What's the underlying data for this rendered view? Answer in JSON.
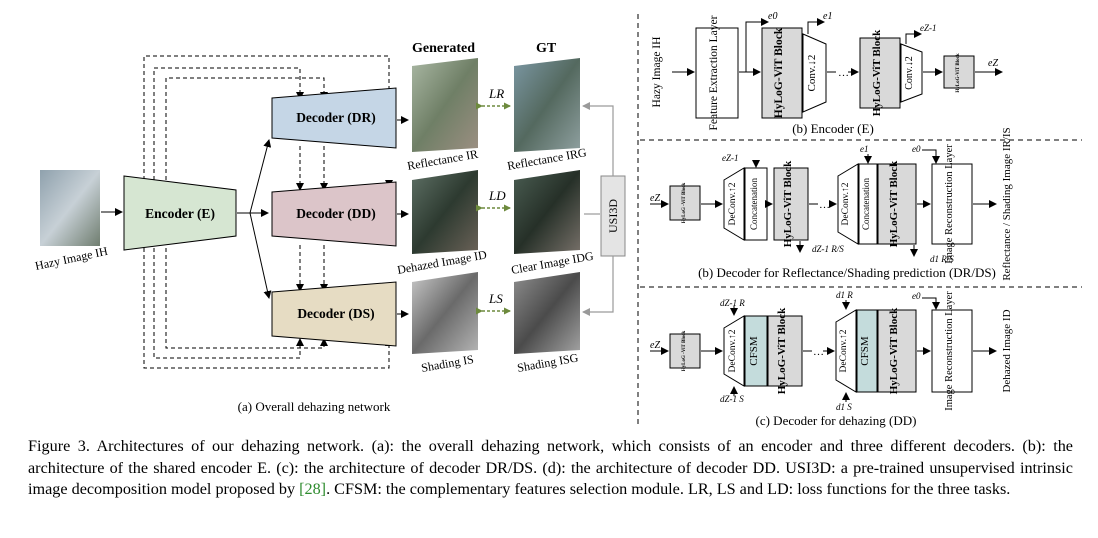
{
  "overall": {
    "generated_header": "Generated",
    "gt_header": "GT",
    "encoder_label": "Encoder (E)",
    "decoder_r_label": "Decoder (DR)",
    "decoder_d_label": "Decoder (DD)",
    "decoder_s_label": "Decoder (DS)",
    "hazy_image_label": "Hazy Image IH",
    "reflectance_label": "Reflectance IR",
    "reflectance_gt_label": "Reflectance IRG",
    "dehazed_label": "Dehazed Image ID",
    "clear_label": "Clear Image IDG",
    "shading_label": "Shading IS",
    "shading_gt_label": "Shading ISG",
    "loss_r": "LR",
    "loss_d": "LD",
    "loss_s": "LS",
    "usi3d_label": "USI3D",
    "subcaption": "(a) Overall dehazing network"
  },
  "encoder_panel": {
    "input_label": "Hazy Image IH",
    "feature_layer": "Feature Extraction Layer",
    "hylog_block": "HyLoG-ViT Block",
    "conv_down": "Conv.↓2",
    "small_block": "HyLoG-ViT Block",
    "e0": "e0",
    "e1": "e1",
    "ez1": "eZ-1",
    "ez": "eZ",
    "subcaption": "(b) Encoder (E)"
  },
  "decoder_rs_panel": {
    "input": "eZ",
    "small_block": "HyLoG -ViT Block",
    "deconv": "DeConv.↑2",
    "concat": "Concatenation",
    "hylog_block": "HyLoG-ViT Block",
    "recon_layer": "Image Reconstruction Layer",
    "output_label": "Reflectance / Shading Image IR/IS",
    "skip_ez1": "eZ-1",
    "skip_e1": "e1",
    "skip_e0": "e0",
    "out_dz1": "dZ-1 R/S",
    "out_d1": "d1 R/S",
    "subcaption": "(b) Decoder for Reflectance/Shading prediction (DR/DS)"
  },
  "decoder_d_panel": {
    "input": "eZ",
    "small_block": "HyLoG -ViT Block",
    "deconv": "DeConv.↑2",
    "cfsm": "CFSM",
    "hylog_block": "HyLoG-ViT Block",
    "recon_layer": "Image Reconstruction Layer",
    "output_label": "Dehazed Image ID",
    "dr_z1": "dZ-1 R",
    "ds_z1": "dZ-1 S",
    "dr_1": "d1 R",
    "ds_1": "d1 S",
    "e0": "e0",
    "subcaption": "(c) Decoder for dehazing (DD)"
  },
  "caption": {
    "text_a": "Figure 3. Architectures of our dehazing network. (a): the overall dehazing network, which consists of an encoder and three different decoders. (b): the architecture of the shared encoder E. (c): the architecture of decoder DR/DS. (d): the architecture of decoder DD. USI3D: a pre-trained unsupervised intrinsic image decomposition model proposed by ",
    "cite": "[28]",
    "text_b": ". CFSM: the complementary features selection module. LR, LS and LD: loss functions for the three tasks."
  },
  "colors": {
    "encoder_fill": "#d6e6d2",
    "decoder_r_fill": "#c5d6e6",
    "decoder_d_fill": "#dcc5c9",
    "decoder_s_fill": "#e6dcc3",
    "hylog_fill": "#d9d9d9",
    "cfsm_fill": "#c4dcdc",
    "usi3d_fill": "#e4e4e4",
    "loss_arrow": "#6d8a3d",
    "gt_arrow": "#aaaaaa",
    "citation": "#2e8b2e"
  }
}
